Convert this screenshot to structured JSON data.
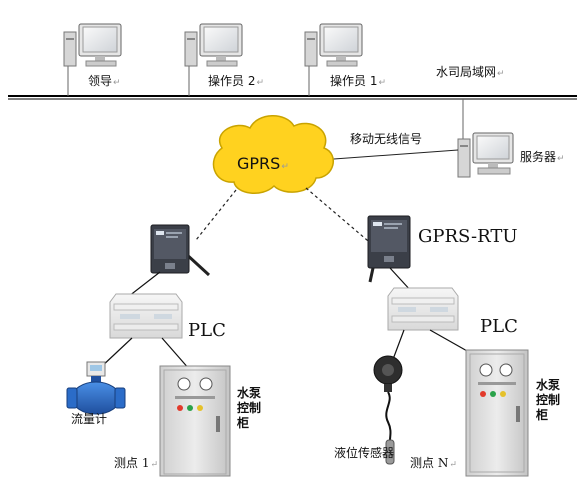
{
  "network": {
    "leader": "领导",
    "operator2": "操作员 2",
    "operator1": "操作员 1",
    "lan": "水司局域网",
    "wireless": "移动无线信号",
    "server": "服务器",
    "gprs": "GPRS",
    "rtu": "GPRS-RTU"
  },
  "site1": {
    "plc": "PLC",
    "flowmeter": "流量计",
    "pump_cabinet": "水泵\n控制\n柜",
    "point": "测点 1"
  },
  "siteN": {
    "plc": "PLC",
    "level_sensor": "液位传感器",
    "pump_cabinet": "水泵\n控制\n柜",
    "point": "测点 N"
  },
  "return_mark": "↵",
  "colors": {
    "cloud": "#ffd21f",
    "cloud_stroke": "#c9a300",
    "cabinet": "#e2e2e2",
    "rtu_body": "#3b3f48",
    "flowmeter_body": "#2b6cc8"
  }
}
